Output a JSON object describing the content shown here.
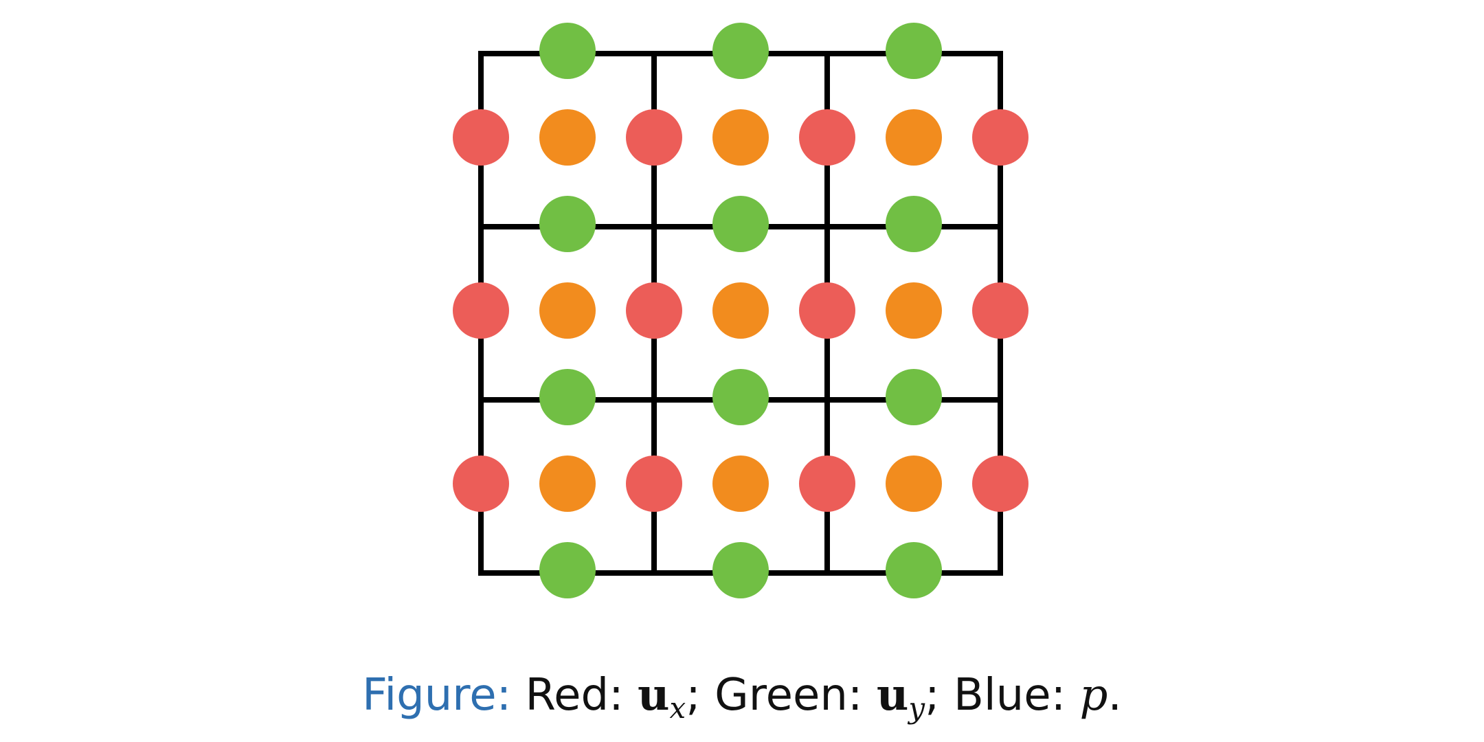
{
  "diagram": {
    "grid": {
      "cols": 3,
      "rows": 3,
      "line_color": "#000000"
    },
    "dot_colors": {
      "red": "#ec5d58",
      "orange": "#f28c1e",
      "green": "#71bf44"
    }
  },
  "caption": {
    "label": "Figure:",
    "red_text": "Red:",
    "ux_symbol": "u",
    "ux_sub": "x",
    "sep1": ";",
    "green_text": "Green:",
    "uy_symbol": "u",
    "uy_sub": "y",
    "sep2": ";",
    "blue_text": "Blue:",
    "p_symbol": "p",
    "end": "."
  }
}
